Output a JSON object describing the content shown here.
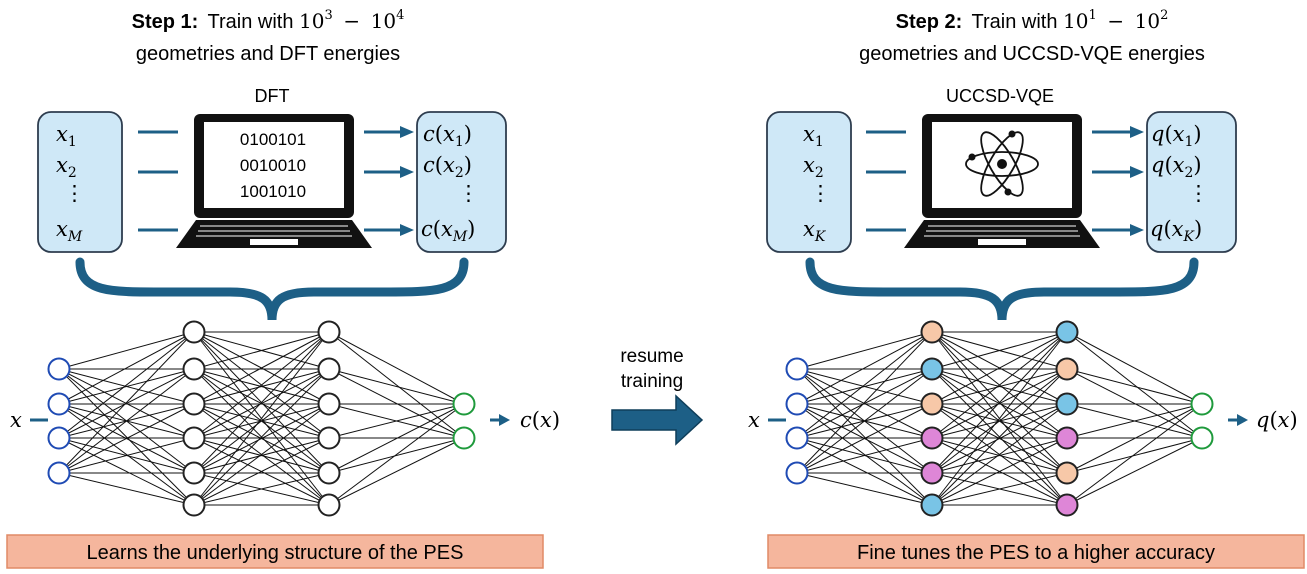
{
  "colors": {
    "box_fill": "#cfe8f7",
    "box_stroke": "#2e3d4f",
    "arrow": "#1d5f86",
    "input_node": "#1f4bb4",
    "output_node": "#1f9a3c",
    "hidden_node": "#111111",
    "banner_fill": "#f5b69d",
    "banner_stroke": "#e08a66",
    "node_orange": "#f7c8a8",
    "node_blue": "#79c4e6",
    "node_pink": "#de86d7"
  },
  "step1": {
    "bold": "Step 1:",
    "title_pre": "Train with ",
    "exp_lo_base": "10",
    "exp_lo_sup": "3",
    "dash": "−",
    "exp_hi_base": "10",
    "exp_hi_sup": "4",
    "subtitle": "geometries and DFT energies",
    "method": "DFT",
    "inputs": [
      "x",
      "x",
      "⋮",
      "x"
    ],
    "input_subs": [
      "1",
      "2",
      "",
      "M"
    ],
    "outputs_fn": "c",
    "output_subs": [
      "1",
      "2",
      "",
      "M"
    ],
    "screen_lines": [
      "0100101",
      "0010010",
      "1001010"
    ],
    "net_input": "x",
    "net_output": "c(x)",
    "banner": "Learns the underlying structure of the PES"
  },
  "step2": {
    "bold": "Step 2:",
    "title_pre": "Train with ",
    "exp_lo_base": "10",
    "exp_lo_sup": "1",
    "dash": "−",
    "exp_hi_base": "10",
    "exp_hi_sup": "2",
    "subtitle": "geometries and UCCSD-VQE energies",
    "method": "UCCSD-VQE",
    "inputs": [
      "x",
      "x",
      "⋮",
      "x"
    ],
    "input_subs": [
      "1",
      "2",
      "",
      "K"
    ],
    "outputs_fn": "q",
    "output_subs": [
      "1",
      "2",
      "",
      "K"
    ],
    "net_input": "x",
    "net_output": "q(x)",
    "banner": "Fine tunes the PES to a higher accuracy",
    "hidden1_colors": [
      "orange",
      "blue",
      "orange",
      "pink",
      "pink",
      "blue"
    ],
    "hidden2_colors": [
      "blue",
      "orange",
      "blue",
      "pink",
      "orange",
      "pink"
    ]
  },
  "middle": {
    "line1": "resume",
    "line2": "training"
  }
}
